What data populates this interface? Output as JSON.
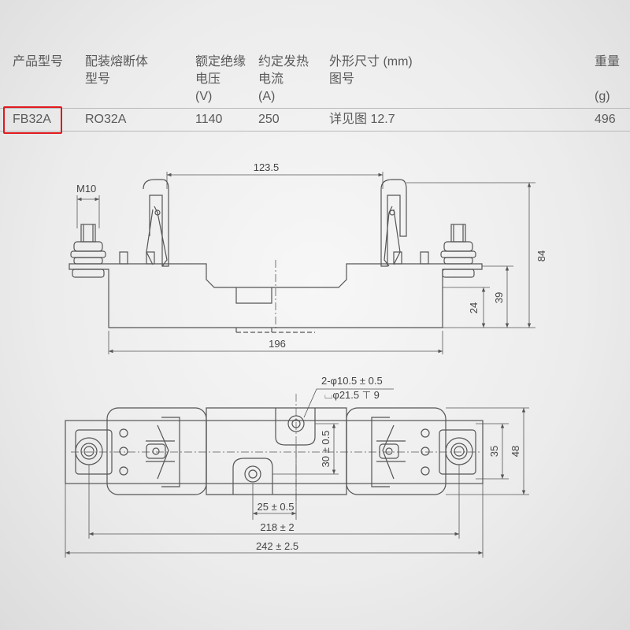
{
  "table": {
    "headers": [
      {
        "lines": [
          "产品型号"
        ]
      },
      {
        "lines": [
          "配装熔断体",
          "型号"
        ]
      },
      {
        "lines": [
          "额定绝缘",
          "电压",
          "(V)"
        ]
      },
      {
        "lines": [
          "约定发热",
          "电流",
          "(A)"
        ]
      },
      {
        "lines": [
          "外形尺寸 (mm)",
          "图号"
        ]
      },
      {
        "lines": [
          "重量",
          "",
          "",
          "(g)"
        ]
      }
    ],
    "row": [
      "FB32A",
      "RO32A",
      "1140",
      "250",
      "详见图 12.7",
      "496"
    ]
  },
  "front_view": {
    "m10": "M10",
    "dim_top": "123.5",
    "dim_width": "196",
    "dim_height_84": "84",
    "dim_height_39": "39",
    "dim_height_24": "24"
  },
  "top_view": {
    "hole_note_1": "2-φ10.5 ± 0.5",
    "hole_note_2": "⌴φ21.5 ⊤ 9",
    "dim_30": "30 ± 0.5",
    "dim_35": "35",
    "dim_48": "48",
    "dim_25": "25 ± 0.5",
    "dim_218": "218 ± 2",
    "dim_242": "242 ± 2.5"
  },
  "colors": {
    "line": "#555555",
    "highlight": "#e0191e",
    "rule": "#b9b9b9"
  }
}
